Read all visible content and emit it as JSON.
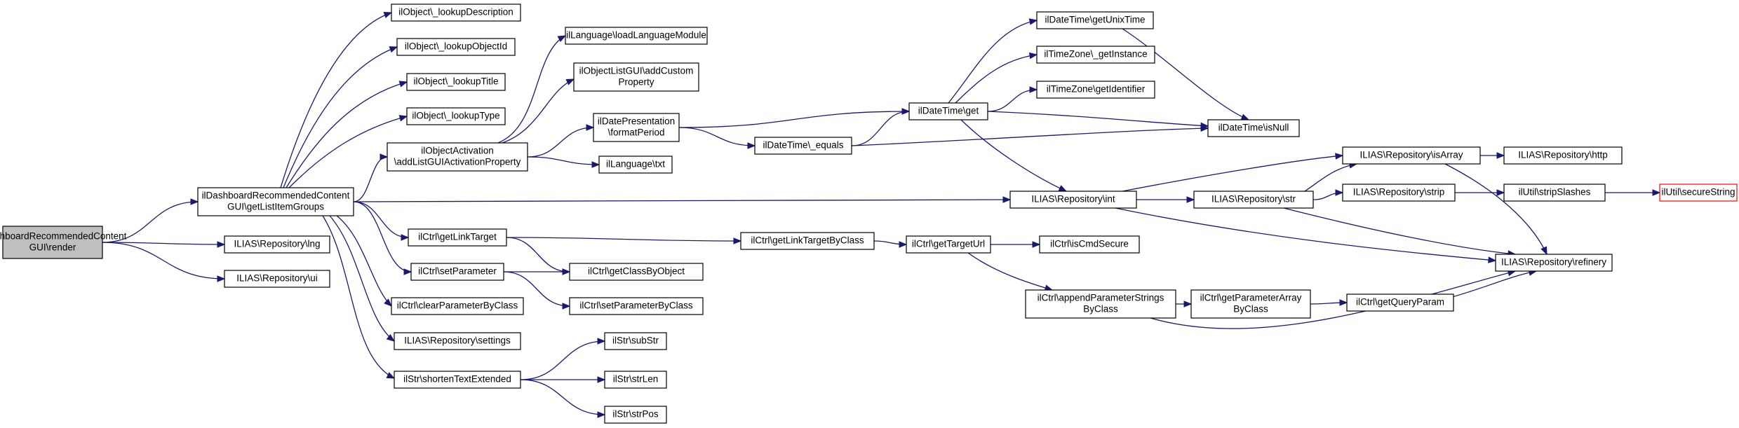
{
  "diagram": {
    "nodes": [
      {
        "id": "render",
        "lines": [
          "ilDashboardRecommendedContent",
          "GUI\\render"
        ],
        "root": true
      },
      {
        "id": "getListItemGroups",
        "lines": [
          "ilDashboardRecommendedContent",
          "GUI\\getListItemGroups"
        ]
      },
      {
        "id": "lng",
        "lines": [
          "ILIAS\\Repository\\lng"
        ]
      },
      {
        "id": "ui",
        "lines": [
          "ILIAS\\Repository\\ui"
        ]
      },
      {
        "id": "lookupDescription",
        "lines": [
          "ilObject\\_lookupDescription"
        ]
      },
      {
        "id": "lookupObjectId",
        "lines": [
          "ilObject\\_lookupObjectId"
        ]
      },
      {
        "id": "lookupTitle",
        "lines": [
          "ilObject\\_lookupTitle"
        ]
      },
      {
        "id": "lookupType",
        "lines": [
          "ilObject\\_lookupType"
        ]
      },
      {
        "id": "addListGUIActivationProperty",
        "lines": [
          "ilObjectActivation",
          "\\addListGUIActivationProperty"
        ]
      },
      {
        "id": "ctrlGetLinkTarget",
        "lines": [
          "ilCtrl\\getLinkTarget"
        ]
      },
      {
        "id": "ctrlSetParameter",
        "lines": [
          "ilCtrl\\setParameter"
        ]
      },
      {
        "id": "ctrlClearParameterByClass",
        "lines": [
          "ilCtrl\\clearParameterByClass"
        ]
      },
      {
        "id": "repoSettings",
        "lines": [
          "ILIAS\\Repository\\settings"
        ]
      },
      {
        "id": "shortenTextExtended",
        "lines": [
          "ilStr\\shortenTextExtended"
        ]
      },
      {
        "id": "loadLanguageModule",
        "lines": [
          "ilLanguage\\loadLanguageModule"
        ]
      },
      {
        "id": "addCustomProperty",
        "lines": [
          "ilObjectListGUI\\addCustom",
          "Property"
        ]
      },
      {
        "id": "formatPeriod",
        "lines": [
          "ilDatePresentation",
          "\\formatPeriod"
        ]
      },
      {
        "id": "langTxt",
        "lines": [
          "ilLanguage\\txt"
        ]
      },
      {
        "id": "getClassByObject",
        "lines": [
          "ilCtrl\\getClassByObject"
        ]
      },
      {
        "id": "setParameterByClass",
        "lines": [
          "ilCtrl\\setParameterByClass"
        ]
      },
      {
        "id": "subStr",
        "lines": [
          "ilStr\\subStr"
        ]
      },
      {
        "id": "strLen",
        "lines": [
          "ilStr\\strLen"
        ]
      },
      {
        "id": "strPos",
        "lines": [
          "ilStr\\strPos"
        ]
      },
      {
        "id": "dtEquals",
        "lines": [
          "ilDateTime\\_equals"
        ]
      },
      {
        "id": "getLinkTargetByClass",
        "lines": [
          "ilCtrl\\getLinkTargetByClass"
        ]
      },
      {
        "id": "dtGet",
        "lines": [
          "ilDateTime\\get"
        ]
      },
      {
        "id": "getTargetUrl",
        "lines": [
          "ilCtrl\\getTargetUrl"
        ]
      },
      {
        "id": "getUnixTime",
        "lines": [
          "ilDateTime\\getUnixTime"
        ]
      },
      {
        "id": "tzGetInstance",
        "lines": [
          "ilTimeZone\\_getInstance"
        ]
      },
      {
        "id": "tzGetIdentifier",
        "lines": [
          "ilTimeZone\\getIdentifier"
        ]
      },
      {
        "id": "repoInt",
        "lines": [
          "ILIAS\\Repository\\int"
        ]
      },
      {
        "id": "isCmdSecure",
        "lines": [
          "ilCtrl\\isCmdSecure"
        ]
      },
      {
        "id": "appendParameterStringsByClass",
        "lines": [
          "ilCtrl\\appendParameterStrings",
          "ByClass"
        ]
      },
      {
        "id": "dtIsNull",
        "lines": [
          "ilDateTime\\isNull"
        ]
      },
      {
        "id": "repoStr",
        "lines": [
          "ILIAS\\Repository\\str"
        ]
      },
      {
        "id": "getParameterArrayByClass",
        "lines": [
          "ilCtrl\\getParameterArray",
          "ByClass"
        ]
      },
      {
        "id": "repoIsArray",
        "lines": [
          "ILIAS\\Repository\\isArray"
        ]
      },
      {
        "id": "repoStrip",
        "lines": [
          "ILIAS\\Repository\\strip"
        ]
      },
      {
        "id": "getQueryParam",
        "lines": [
          "ilCtrl\\getQueryParam"
        ]
      },
      {
        "id": "repoHttp",
        "lines": [
          "ILIAS\\Repository\\http"
        ]
      },
      {
        "id": "stripSlashes",
        "lines": [
          "ilUtil\\stripSlashes"
        ]
      },
      {
        "id": "repoRefinery",
        "lines": [
          "ILIAS\\Repository\\refinery"
        ]
      },
      {
        "id": "secureString",
        "lines": [
          "ilUtil\\secureString"
        ],
        "truncated": true
      }
    ],
    "edges": [
      [
        "render",
        "getListItemGroups"
      ],
      [
        "render",
        "lng"
      ],
      [
        "render",
        "ui"
      ],
      [
        "getListItemGroups",
        "lookupDescription"
      ],
      [
        "getListItemGroups",
        "lookupObjectId"
      ],
      [
        "getListItemGroups",
        "lookupTitle"
      ],
      [
        "getListItemGroups",
        "lookupType"
      ],
      [
        "getListItemGroups",
        "addListGUIActivationProperty"
      ],
      [
        "getListItemGroups",
        "ctrlGetLinkTarget"
      ],
      [
        "getListItemGroups",
        "ctrlSetParameter"
      ],
      [
        "getListItemGroups",
        "ctrlClearParameterByClass"
      ],
      [
        "getListItemGroups",
        "repoSettings"
      ],
      [
        "getListItemGroups",
        "shortenTextExtended"
      ],
      [
        "getListItemGroups",
        "repoInt"
      ],
      [
        "addListGUIActivationProperty",
        "loadLanguageModule"
      ],
      [
        "addListGUIActivationProperty",
        "addCustomProperty"
      ],
      [
        "addListGUIActivationProperty",
        "formatPeriod"
      ],
      [
        "addListGUIActivationProperty",
        "langTxt"
      ],
      [
        "formatPeriod",
        "dtGet"
      ],
      [
        "formatPeriod",
        "dtEquals"
      ],
      [
        "dtEquals",
        "dtGet"
      ],
      [
        "dtEquals",
        "dtIsNull"
      ],
      [
        "dtGet",
        "getUnixTime"
      ],
      [
        "dtGet",
        "tzGetInstance"
      ],
      [
        "dtGet",
        "tzGetIdentifier"
      ],
      [
        "dtGet",
        "dtIsNull"
      ],
      [
        "dtGet",
        "repoInt"
      ],
      [
        "getUnixTime",
        "dtIsNull"
      ],
      [
        "ctrlGetLinkTarget",
        "getLinkTargetByClass"
      ],
      [
        "ctrlGetLinkTarget",
        "getClassByObject"
      ],
      [
        "ctrlSetParameter",
        "getClassByObject"
      ],
      [
        "ctrlSetParameter",
        "setParameterByClass"
      ],
      [
        "getLinkTargetByClass",
        "getTargetUrl"
      ],
      [
        "getTargetUrl",
        "isCmdSecure"
      ],
      [
        "getTargetUrl",
        "appendParameterStringsByClass"
      ],
      [
        "appendParameterStringsByClass",
        "getParameterArrayByClass"
      ],
      [
        "appendParameterStringsByClass",
        "repoRefinery"
      ],
      [
        "getParameterArrayByClass",
        "getQueryParam"
      ],
      [
        "getQueryParam",
        "repoRefinery"
      ],
      [
        "shortenTextExtended",
        "subStr"
      ],
      [
        "shortenTextExtended",
        "strLen"
      ],
      [
        "shortenTextExtended",
        "strPos"
      ],
      [
        "repoInt",
        "repoIsArray"
      ],
      [
        "repoInt",
        "repoStr"
      ],
      [
        "repoInt",
        "repoRefinery"
      ],
      [
        "repoStr",
        "repoIsArray"
      ],
      [
        "repoStr",
        "repoStrip"
      ],
      [
        "repoStr",
        "repoRefinery"
      ],
      [
        "repoIsArray",
        "repoHttp"
      ],
      [
        "repoIsArray",
        "repoRefinery"
      ],
      [
        "repoStrip",
        "stripSlashes"
      ],
      [
        "stripSlashes",
        "secureString"
      ]
    ]
  }
}
